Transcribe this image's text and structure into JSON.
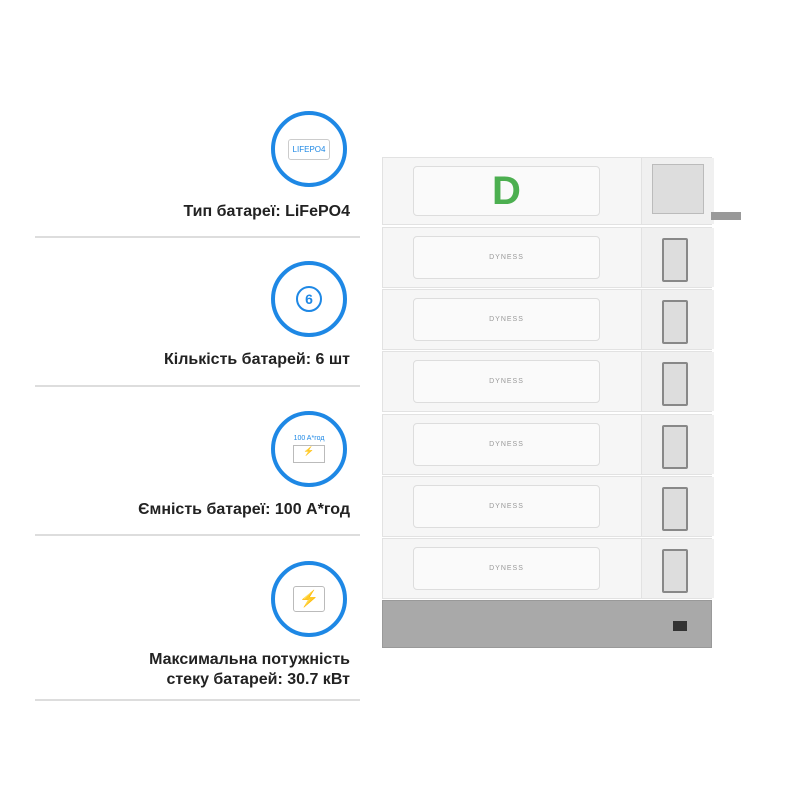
{
  "features": [
    {
      "icon": "lifepo4-battery-icon",
      "icon_text": "LIFEPO4",
      "label": "Тип батареї: LiFePO4"
    },
    {
      "icon": "battery-count-icon",
      "icon_text": "6",
      "label": "Кількість батарей: 6 шт"
    },
    {
      "icon": "battery-capacity-icon",
      "icon_text": "100 A*год",
      "label": "Ємність батареї: 100 А*год"
    },
    {
      "icon": "power-stack-icon",
      "icon_text": "⚡",
      "label_line1": "Максимальна потужність",
      "label_line2": "стеку батарей: 30.7 кВт"
    }
  ],
  "product": {
    "logo": "D",
    "module_brand": "DYNESS",
    "module_count": 6
  },
  "colors": {
    "accent": "#1e88e5",
    "logo": "#4caf50",
    "base": "#a9a9a9"
  }
}
